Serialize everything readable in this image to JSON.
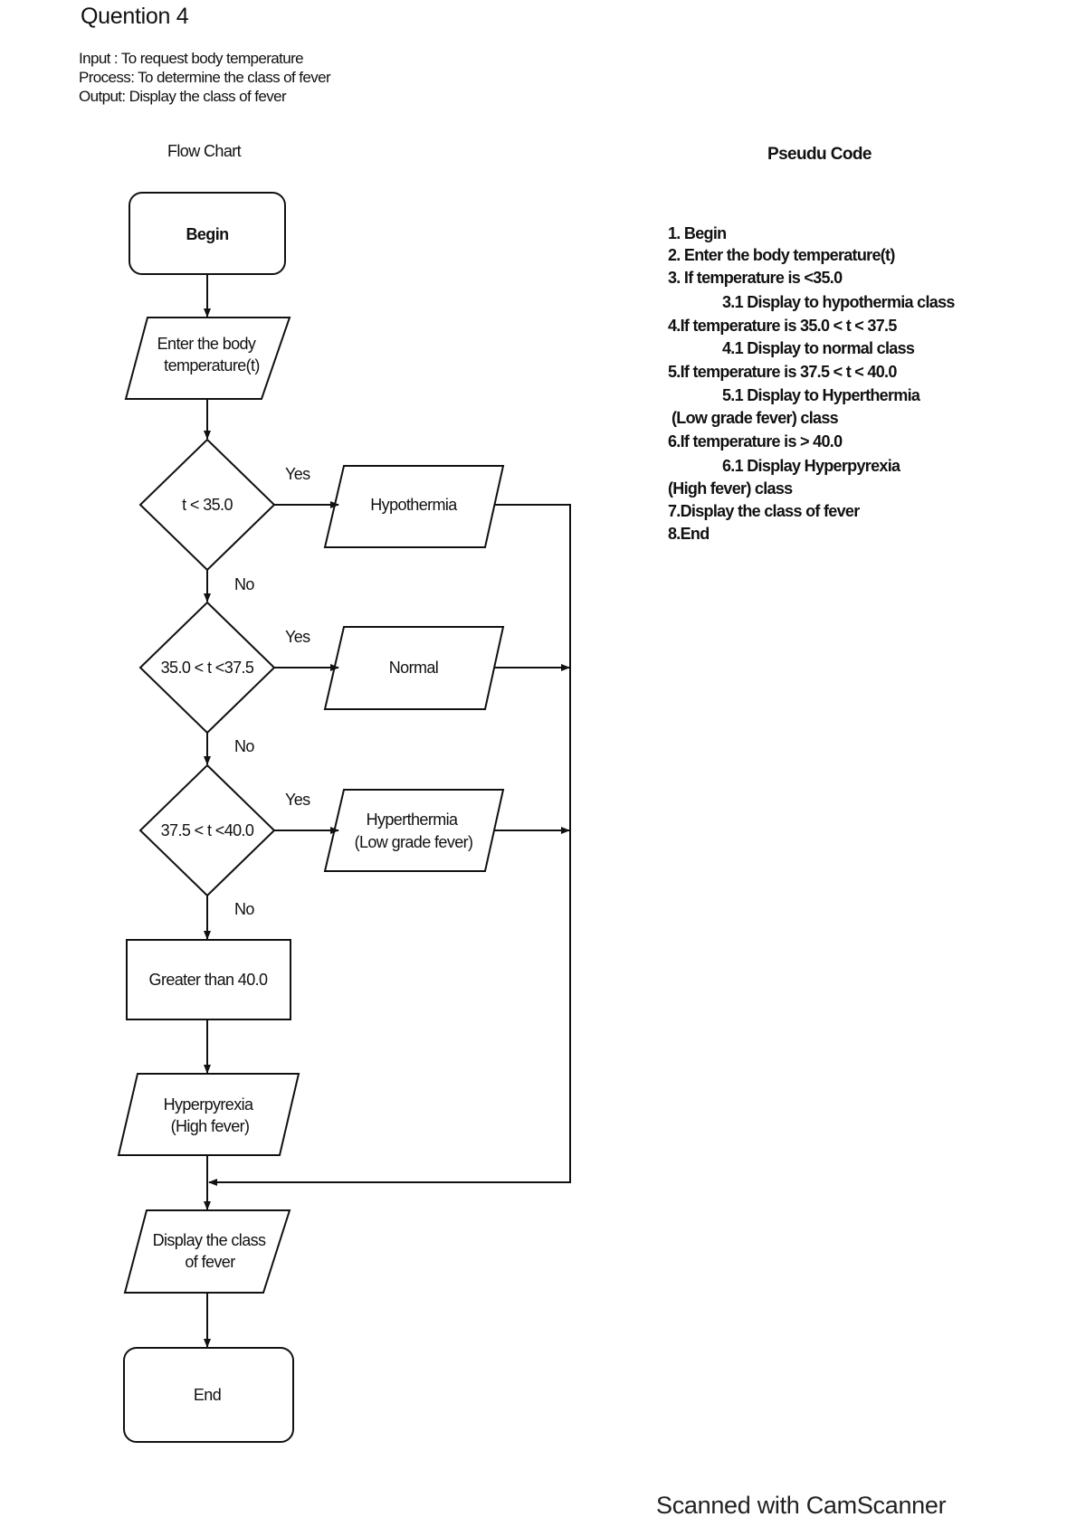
{
  "header": {
    "title": "Quention 4",
    "input": "Input : To request body temperature",
    "process": "Process: To determine the class of fever",
    "output": "Output: Display the class of fever"
  },
  "flowchart": {
    "title": "Flow Chart",
    "begin": "Begin",
    "enter_line1": "Enter the body",
    "enter_line2": "temperature(t)",
    "cond1": "t < 35.0",
    "cond2": "35.0 < t <37.5",
    "cond3": "37.5 < t <40.0",
    "out1": "Hypothermia",
    "out2": "Normal",
    "out3_line1": "Hyperthermia",
    "out3_line2": "(Low grade fever)",
    "greater": "Greater than 40.0",
    "hyper_line1": "Hyperpyrexia",
    "hyper_line2": "(High fever)",
    "display_line1": "Display the class",
    "display_line2": "of fever",
    "end": "End",
    "yes": "Yes",
    "no": "No"
  },
  "pseudocode": {
    "title": "Pseudu Code",
    "lines": [
      "1. Begin",
      "2. Enter the body temperature(t)",
      "3. If temperature is <35.0",
      "3.1 Display to hypothermia class",
      "4.If temperature is 35.0 < t < 37.5",
      "4.1 Display to normal class",
      "5.If temperature is 37.5 < t < 40.0",
      "5.1 Display to Hyperthermia",
      "(Low grade fever) class",
      "6.If temperature is > 40.0",
      "6.1 Display Hyperpyrexia",
      "(High fever) class",
      "7.Display the class of fever",
      "8.End"
    ]
  },
  "footer": "Scanned with CamScanner"
}
